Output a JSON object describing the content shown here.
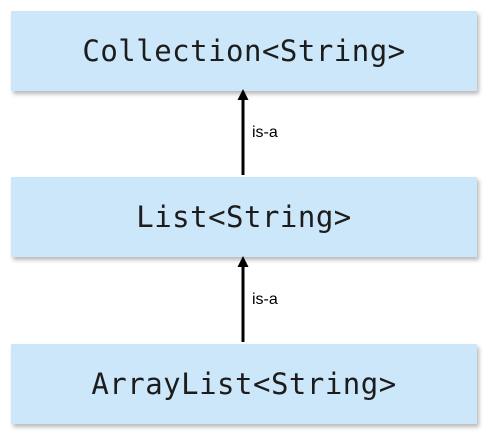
{
  "diagram": {
    "nodes": [
      {
        "id": "collection",
        "label": "Collection<String>"
      },
      {
        "id": "list",
        "label": "List<String>"
      },
      {
        "id": "arraylist",
        "label": "ArrayList<String>"
      }
    ],
    "edges": [
      {
        "from": "list",
        "to": "collection",
        "label": "is-a"
      },
      {
        "from": "arraylist",
        "to": "list",
        "label": "is-a"
      }
    ],
    "colors": {
      "box_fill": "#cce6fa",
      "arrow": "#000000"
    }
  }
}
